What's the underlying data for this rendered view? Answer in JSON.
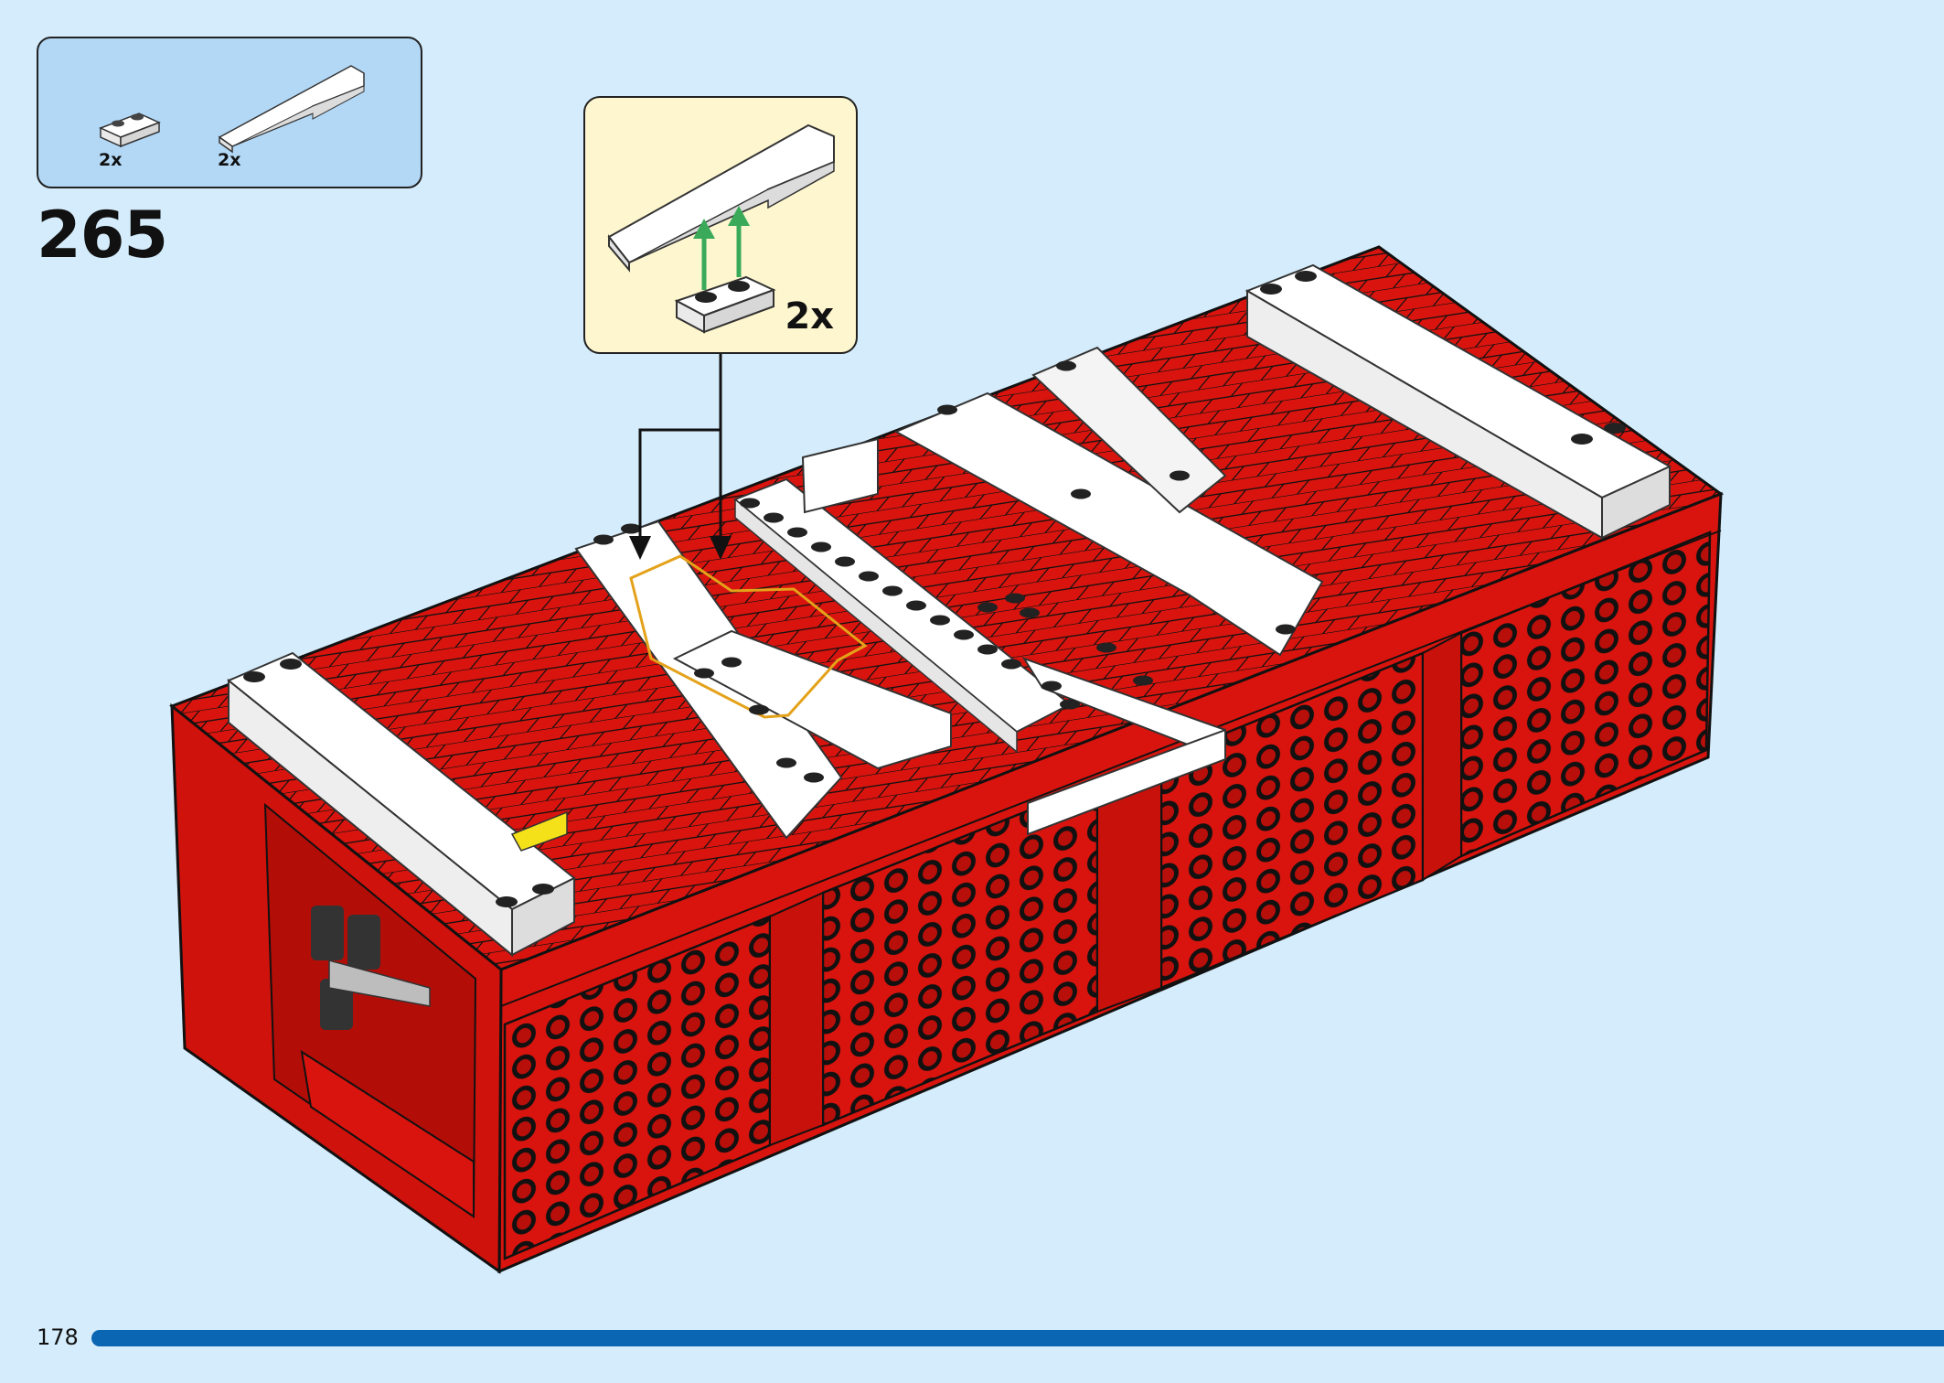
{
  "parts_list": {
    "items": [
      {
        "part": "white-plate-1x2",
        "quantity": "2x"
      },
      {
        "part": "white-wedge-slope",
        "quantity": "2x"
      }
    ]
  },
  "step": {
    "number": "265"
  },
  "callout": {
    "quantity": "2x"
  },
  "footer": {
    "page_number": "178"
  },
  "colors": {
    "background": "#d4ecfb",
    "parts_box": "#b3d8f6",
    "callout": "#fdf6cf",
    "brick_red": "#d9140e",
    "arrow_green": "#3aaa5a",
    "progress_bar": "#0a66b3"
  }
}
